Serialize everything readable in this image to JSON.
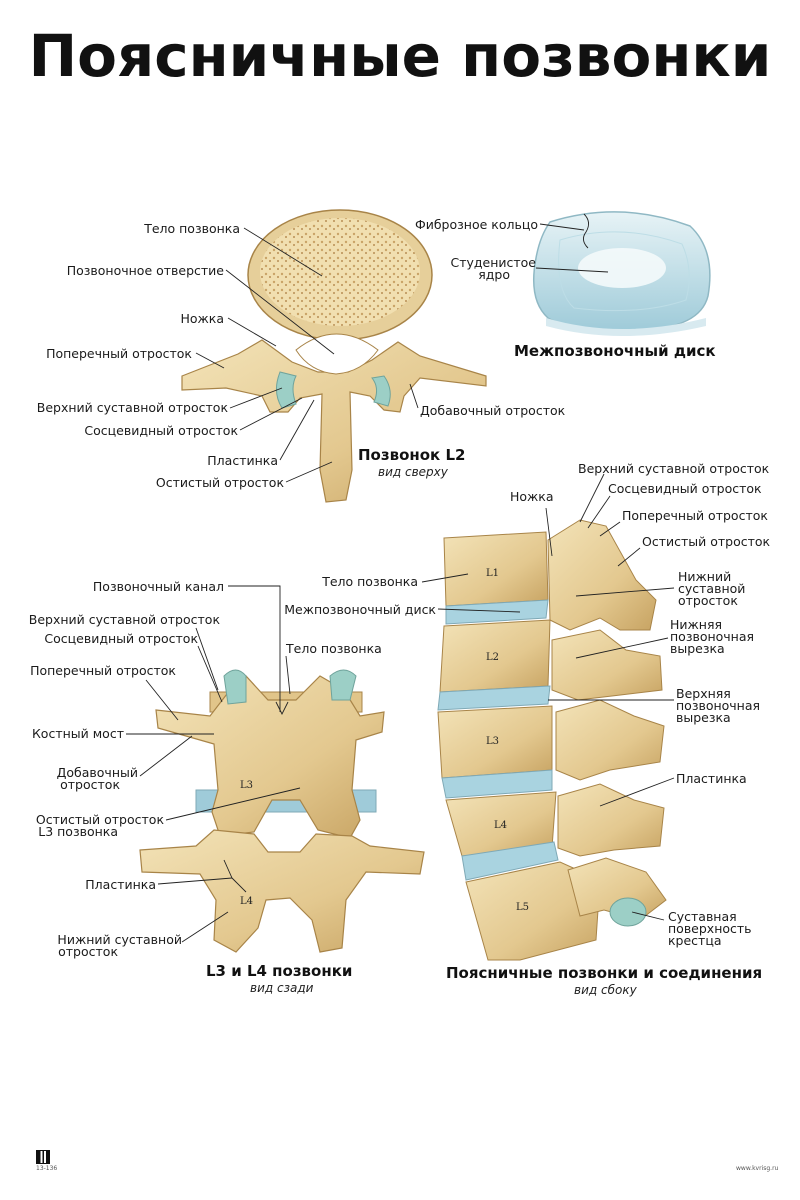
{
  "title": "Поясничные позвонки",
  "captions": {
    "l2": "Позвонок L2",
    "l2_view": "вид сверху",
    "disc": "Межпозвоночный диск",
    "posterior": "L3 и L4 позвонки",
    "posterior_view": "вид сзади",
    "lateral": "Поясничные позвонки и соединения",
    "lateral_view": "вид сбоку"
  },
  "labels_l2": {
    "body": "Тело позвонка",
    "foramen": "Позвоночное отверстие",
    "pedicle": "Ножка",
    "transverse": "Поперечный отросток",
    "superior_articular": "Верхний суставной отросток",
    "mammillary": "Сосцевидный отросток",
    "lamina": "Пластинка",
    "spinous": "Остистый отросток",
    "accessory": "Добавочный отросток"
  },
  "labels_disc": {
    "annulus": "Фиброзное кольцо",
    "nucleus_1": "Студенистое",
    "nucleus_2": "ядро"
  },
  "labels_posterior": {
    "canal": "Позвоночный канал",
    "body": "Тело позвонка",
    "superior_articular": "Верхний суставной отросток",
    "mammillary": "Сосцевидный отросток",
    "transverse": "Поперечный отросток",
    "bony_bridge": "Костный мост",
    "accessory_1": "Добавочный",
    "accessory_2": "отросток",
    "spinous_1": "Остистый отросток",
    "spinous_2": "L3 позвонка",
    "lamina": "Пластинка",
    "inferior_articular_1": "Нижний суставной",
    "inferior_articular_2": "отросток",
    "l3": "L3",
    "l4": "L4"
  },
  "labels_lateral": {
    "pedicle": "Ножка",
    "superior_articular": "Верхний суставной отросток",
    "mammillary": "Сосцевидный отросток",
    "transverse": "Поперечный отросток",
    "spinous": "Остистый отросток",
    "body": "Тело позвонка",
    "disc": "Межпозвоночный диск",
    "inferior_articular_1": "Нижний",
    "inferior_articular_2": "суставной",
    "inferior_articular_3": "отросток",
    "inferior_notch_1": "Нижняя",
    "inferior_notch_2": "позвоночная",
    "inferior_notch_3": "вырезка",
    "superior_notch_1": "Верхняя",
    "superior_notch_2": "позвоночная",
    "superior_notch_3": "вырезка",
    "lamina": "Пластинка",
    "sacrum_1": "Суставная",
    "sacrum_2": "поверхность",
    "sacrum_3": "крестца",
    "l1": "L1",
    "l2": "L2",
    "l3": "L3",
    "l4": "L4",
    "l5": "L5"
  },
  "footer": {
    "code": "13-136",
    "site": "www.kvrisg.ru"
  },
  "colors": {
    "bone": "#e8d3a0",
    "bone_shadow": "#c9a865",
    "disc": "#a9d3e0",
    "cartilage": "#9ccfc6"
  }
}
